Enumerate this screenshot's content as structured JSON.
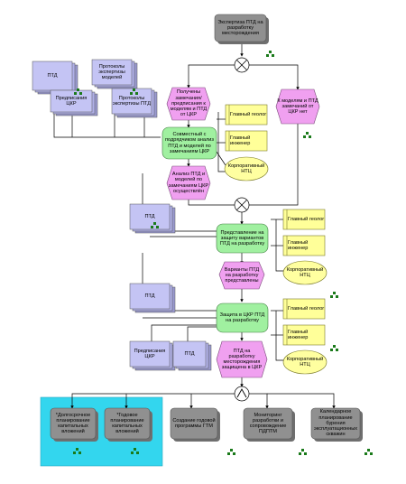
{
  "colors": {
    "event": "#f0a0f0",
    "function": "#a0f0a0",
    "role": "#ffff99",
    "org": "#ffffa0",
    "doc": "#b8b8f0",
    "process": "#909090",
    "highlight": "#33d6ee"
  },
  "icons": {
    "connector_xor": "xor-connector-icon",
    "connector_and": "and-connector-icon",
    "process_link": "process-link-icon"
  },
  "nodes": {
    "top_process": "Экспертиза ПТД на разработку месторождения",
    "doc_ptd_top": "ПТД",
    "doc_protocols_models": "Протоколы экспертизы моделей",
    "doc_protocols_ptd": "Протоколы экспертизы ПТД",
    "doc_proposals_tskr_top": "Предписания ЦКР",
    "event_received_remarks": "Получены замечания/предписания к моделям и ПТД от ЦКР",
    "event_no_remarks": "К моделям и ПТД замечаний от ЦКР нет",
    "func_correct_models": "Совместный с подрядчиком анализ ПТД и моделей по замечаниям ЦКР",
    "role_chief_geologist_1": "Главный геолог",
    "role_chief_engineer_1": "Главный инженер",
    "org_ntc_1": "Корпоративный НТЦ",
    "event_analysis_done": "Анализ ПТД и моделей по замечаниям ЦКР осуществлён",
    "doc_ptd_mid": "ПТД",
    "func_present_variants": "Представление на защиту вариантов ПТД на разработку",
    "role_chief_geologist_2": "Главный геолог",
    "role_chief_engineer_2": "Главный инженер",
    "org_ntc_2": "Корпоративный НТЦ",
    "event_variants_presented": "Варианты ПТД на разработку представлены",
    "doc_ptd_low": "ПТД",
    "func_defense_tskr": "Защита в ЦКР ПТД на разработку",
    "role_chief_geologist_3": "Главный геолог",
    "role_chief_engineer_3": "Главный инженер",
    "org_ntc_3": "Корпоративный НТЦ",
    "doc_proposals_tskr_bottom": "Предписания ЦКР",
    "doc_ptd_bottom": "ПТД",
    "event_ptd_defended": "ПТД на разработку месторождения защищена в ЦКР",
    "proc_long_term": "*Долгосрочное планирование капитальных вложений",
    "proc_annual": "*Годовое планирование капитальных вложений",
    "proc_gtm": "Создание годовой программы ГТМ",
    "proc_monitoring": "Мониторинг разработки и сопровождение ПДПТМ",
    "proc_calendar": "Календарное планирование бурения эксплуатационных скважин"
  }
}
